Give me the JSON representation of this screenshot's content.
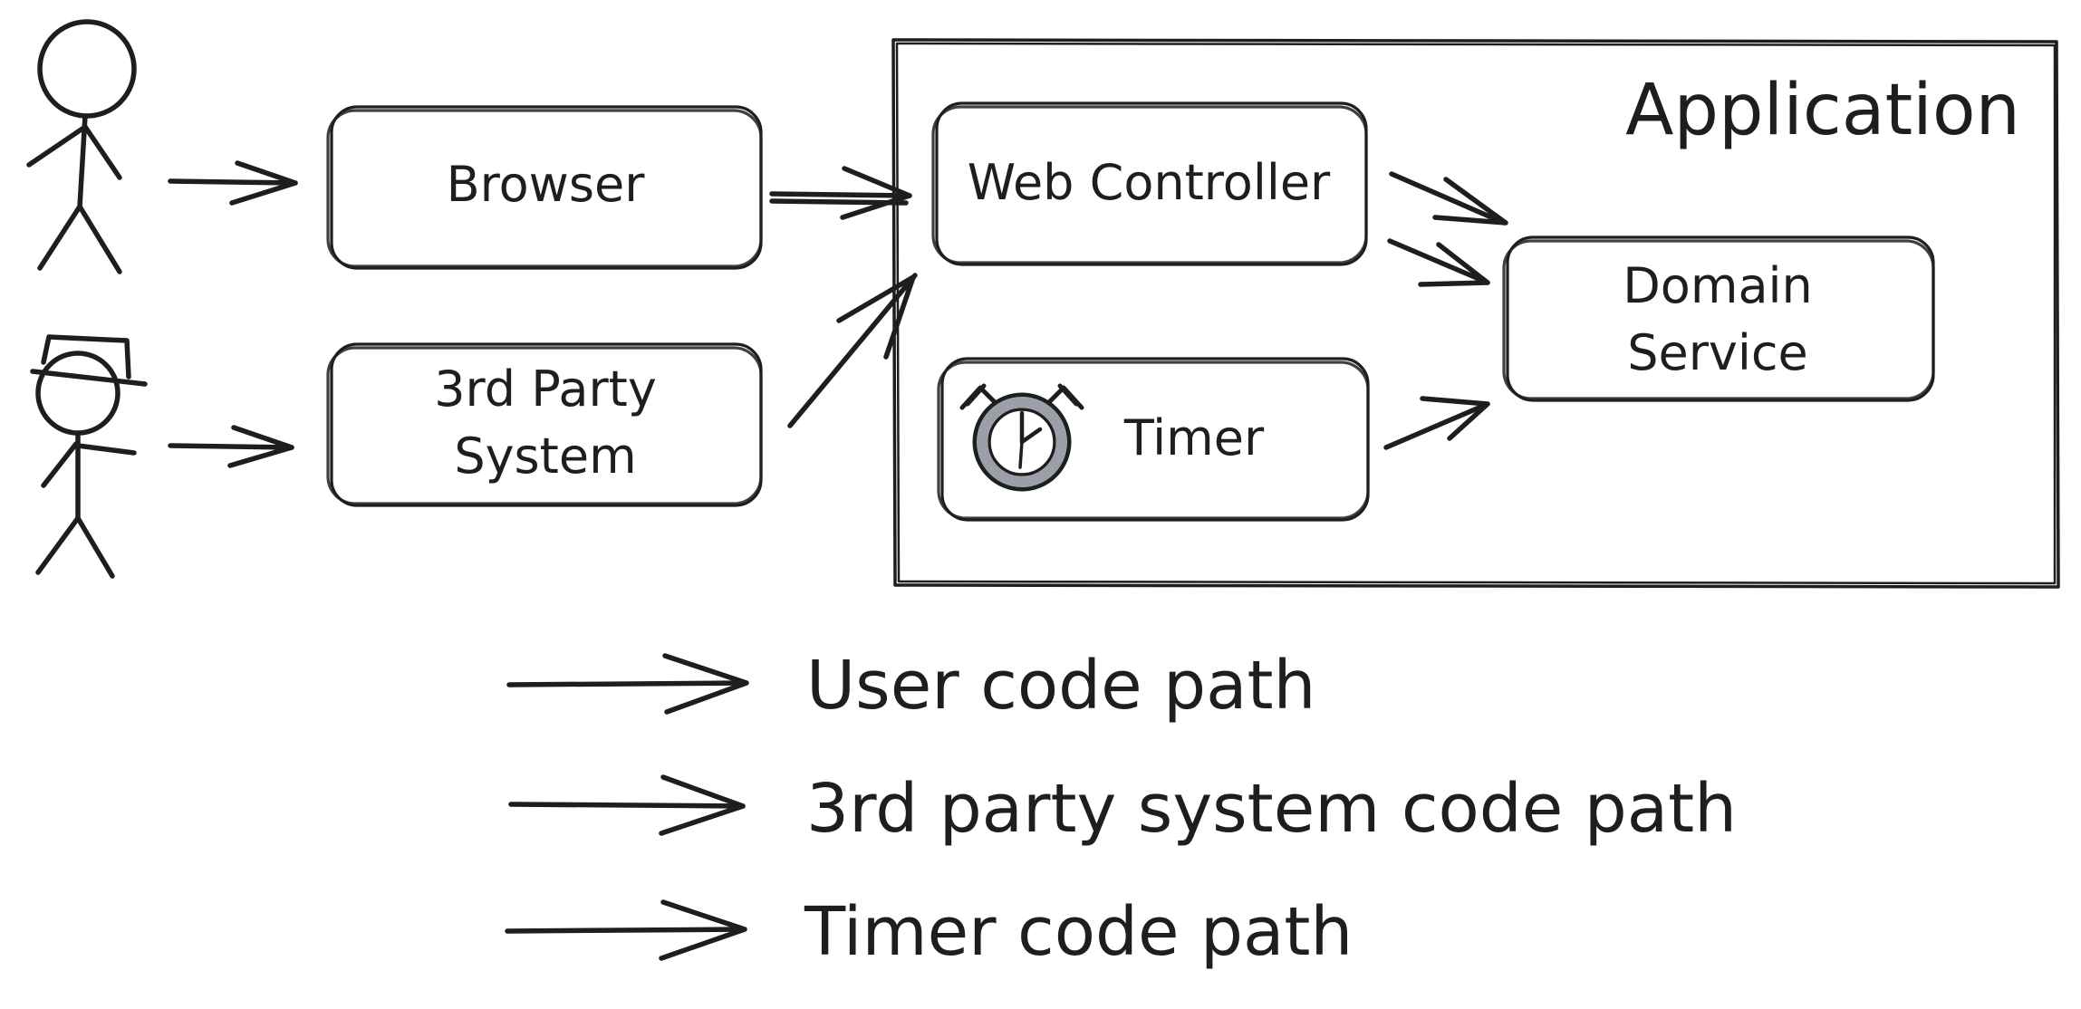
{
  "colors": {
    "ink": "#1e1e1e",
    "user_path": "#c92a2a",
    "third_party_path": "#0c8a57",
    "timer_path": "#1a62b0",
    "timer_face": "#9aa0a6"
  },
  "diagram": {
    "application_label": "Application",
    "nodes": {
      "browser": {
        "label": "Browser"
      },
      "third_party": {
        "line1": "3rd Party",
        "line2": "System"
      },
      "web_controller": {
        "label": "Web Controller"
      },
      "timer": {
        "label": "Timer",
        "icon": "alarm-clock-icon"
      },
      "domain_service": {
        "line1": "Domain",
        "line2": "Service"
      }
    },
    "actors": [
      {
        "icon": "stick-figure-user-icon"
      },
      {
        "icon": "stick-figure-hat-icon"
      }
    ],
    "legend": [
      {
        "label": "User code path",
        "color": "#c92a2a"
      },
      {
        "label": "3rd party system code path",
        "color": "#0c8a57"
      },
      {
        "label": "Timer code path",
        "color": "#1a62b0"
      }
    ]
  }
}
